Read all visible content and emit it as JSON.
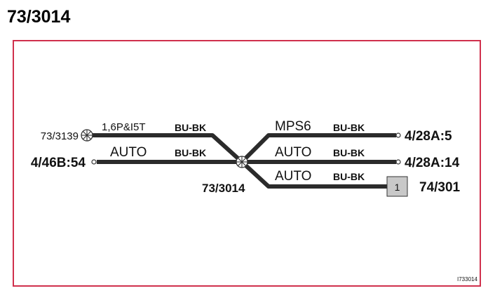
{
  "page": {
    "title": "73/3014"
  },
  "diagram": {
    "splice_label": "73/3014",
    "drawing_ref": "I733014",
    "connector_box_label": "1",
    "left_wires": [
      {
        "endpoint": "73/3139",
        "function": "1,6P&I5T",
        "color_code": "BU-BK"
      },
      {
        "endpoint": "4/46B:54",
        "function": "AUTO",
        "color_code": "BU-BK"
      }
    ],
    "right_wires": [
      {
        "endpoint": "4/28A:5",
        "function": "MPS6",
        "color_code": "BU-BK"
      },
      {
        "endpoint": "4/28A:14",
        "function": "AUTO",
        "color_code": "BU-BK"
      },
      {
        "endpoint": "74/301",
        "function": "AUTO",
        "color_code": "BU-BK"
      }
    ],
    "colors": {
      "frame": "#d0304c",
      "wire": "#2b2b2b",
      "box_fill": "#c8c8c8"
    }
  }
}
